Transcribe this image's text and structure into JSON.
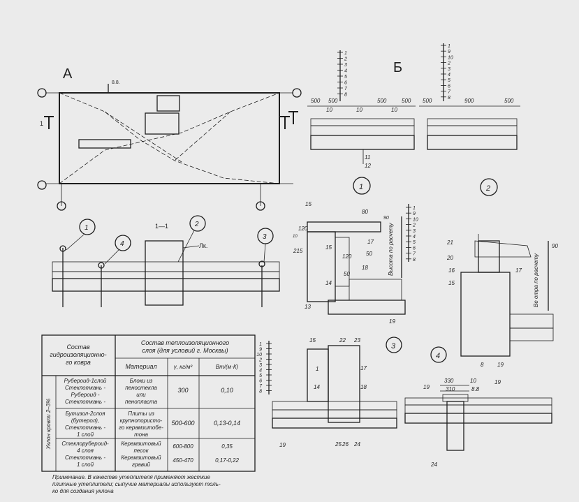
{
  "plan_a": {
    "title": "А",
    "section_mark": "1",
    "axis_mark": "8.8."
  },
  "section_b": {
    "title": "Б",
    "scale_left": [
      "1",
      "2",
      "3",
      "4",
      "5",
      "6",
      "7",
      "8"
    ],
    "scale_right": [
      "1",
      "9",
      "10",
      "2",
      "3",
      "4",
      "5",
      "6",
      "7",
      "8"
    ],
    "dims_left": [
      "500",
      "500",
      "500",
      "500",
      "10",
      "10",
      "10"
    ],
    "dims_right": [
      "500",
      "900",
      "500"
    ],
    "callouts_left": [
      "11",
      "12"
    ],
    "detail_1": "1",
    "detail_2": "2"
  },
  "section_11": {
    "title": "1—1",
    "label": "Лк.",
    "callouts": [
      "1",
      "4",
      "2",
      "3"
    ]
  },
  "detail_parapet": {
    "dims": [
      "120",
      "10",
      "215",
      "80",
      "90",
      "90"
    ],
    "callouts": [
      "15",
      "15",
      "17",
      "50",
      "120",
      "18",
      "14",
      "50",
      "13",
      "19"
    ],
    "vertical_note": "Высота по расчету",
    "scale": [
      "1",
      "9",
      "10",
      "2",
      "3",
      "4",
      "5",
      "6",
      "7",
      "8"
    ]
  },
  "detail_wall": {
    "callouts": [
      "21",
      "20",
      "16",
      "15",
      "17",
      "8",
      "19"
    ],
    "vertical_note": "Ве отра по расчету",
    "dim": "90"
  },
  "detail_3": {
    "number": "3",
    "callouts": [
      "15",
      "22",
      "23",
      "1",
      "17",
      "14",
      "18",
      "19",
      "25",
      "26",
      "24"
    ],
    "scale": [
      "1",
      "9",
      "10",
      "2",
      "3",
      "4",
      "5",
      "6",
      "7",
      "8"
    ]
  },
  "detail_4": {
    "number": "4",
    "callouts": [
      "330",
      "10",
      "310",
      "8.8",
      "19",
      "19",
      "24"
    ]
  },
  "table": {
    "header_col1": [
      "Состав",
      "гидроизоляционно-",
      "го ковра"
    ],
    "header_group": [
      "Состав теплоизоляционного",
      "слоя (для условий г. Москвы)"
    ],
    "header_material": "Материал",
    "header_density": "γ, кг/м³",
    "header_lambda": "Вт/(м·К)",
    "side_label_1": "Уклон кровли 2–3%",
    "rows": [
      {
        "composition": [
          "Рубероид-1слой",
          "Стеклоткань -",
          "Рубероид -",
          "Стеклоткань -"
        ],
        "material": [
          "Блоки из",
          "пеностекла",
          "или",
          "пенопласта"
        ],
        "density": "300",
        "lambda": "0,10"
      },
      {
        "composition": [
          "Бутизол-2слоя",
          "(бутерол),",
          "Стеклоткань -",
          "1 слой"
        ],
        "material": [
          "Плиты из",
          "крупнопористо-",
          "го керамзитобе-",
          "тона"
        ],
        "density": "500-600",
        "lambda": "0,13-0,14"
      },
      {
        "composition": [
          "Стеклорубероид-",
          "4 слоя",
          "Стеклоткань -",
          "1 слой"
        ],
        "material": [
          "Керамзитовый",
          "песок",
          "Керамзитовый",
          "гравий"
        ],
        "density_list": [
          "600-800",
          "450-470"
        ],
        "lambda_list": [
          "0,35",
          "0,17-0,22"
        ]
      }
    ],
    "note": [
      "Примечание. В качестве утеплителя применяют жесткие",
      "плитные утеплители; сыпучие материалы используют толь-",
      "ко для создания уклона"
    ]
  }
}
